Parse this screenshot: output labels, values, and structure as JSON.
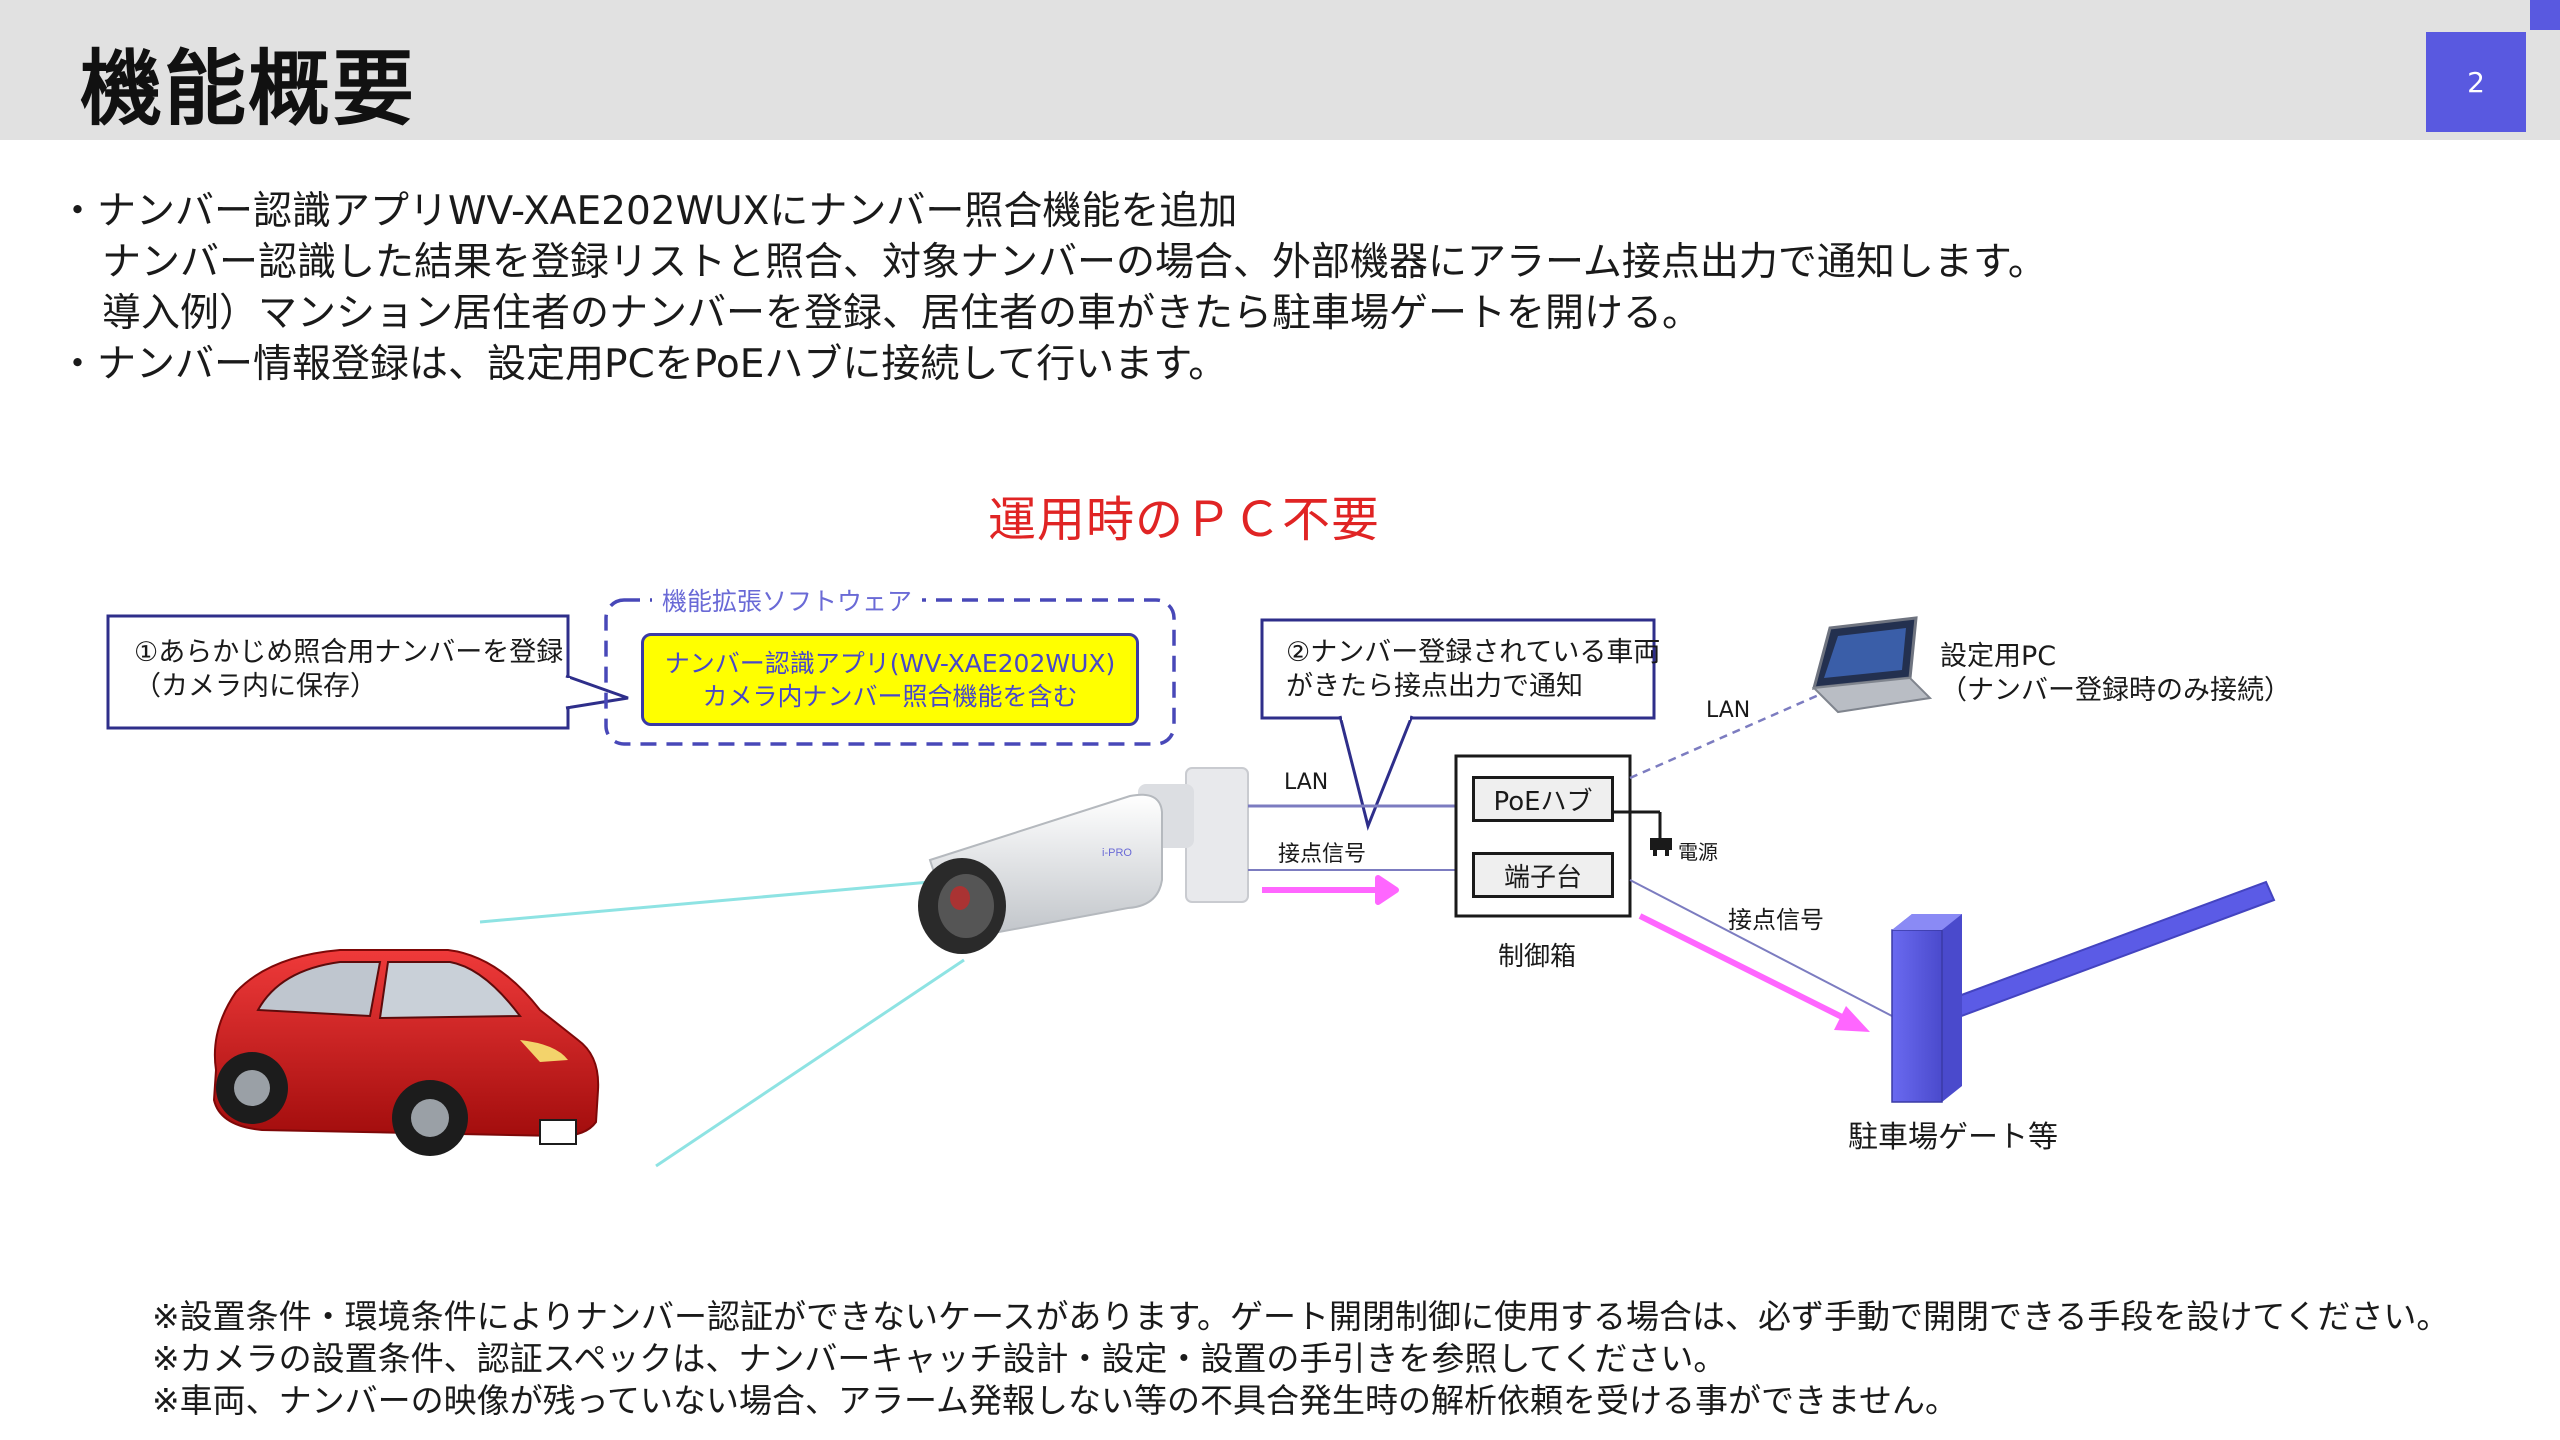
{
  "slide": {
    "title": "機能概要",
    "page_number": "2",
    "accent_color": "#5959e0"
  },
  "intro": {
    "lines": [
      "・ナンバー認識アプリWV-XAE202WUXにナンバー照合機能を追加",
      "ナンバー認識した結果を登録リストと照合、対象ナンバーの場合、外部機器にアラーム接点出力で通知します。",
      "導入例）マンション居住者のナンバーを登録、居住者の車がきたら駐車場ゲートを開ける。",
      "・ナンバー情報登録は、設定用PCをPoEハブに接続して行います。"
    ]
  },
  "diagram": {
    "emphasis": "運用時のＰＣ不要",
    "emphasis_color": "#e02424",
    "callout_register": [
      "①あらかじめ照合用ナンバーを登録",
      "（カメラ内に保存）"
    ],
    "extension_software_label": "機能拡張ソフトウェア",
    "app_box": [
      "ナンバー認識アプリ(WV-XAE202WUX)",
      "カメラ内ナンバー照合機能を含む"
    ],
    "callout_notify": [
      "②ナンバー登録されている車両",
      "がきたら接点出力で通知"
    ],
    "lan_label_camera": "LAN",
    "contact_signal_camera": "接点信号",
    "poe_hub": "PoEハブ",
    "terminal_block": "端子台",
    "power": "電源",
    "control_box": "制御箱",
    "lan_label_pc": "LAN",
    "pc_label": [
      "設定用PC",
      "（ナンバー登録時のみ接続）"
    ],
    "contact_signal_gate": "接点信号",
    "gate_label": "駐車場ゲート等",
    "camera_brand": "i-PRO",
    "icons": [
      "camera-icon",
      "car-icon",
      "laptop-icon",
      "gate-barrier-icon",
      "power-plug-icon"
    ],
    "colors": {
      "signal_arrow": "#ff66ff",
      "gate": "#5b5be6",
      "car": "#d51818",
      "highlight_box": "#ffff00",
      "line": "#3a3aa6"
    }
  },
  "notes": [
    "※設置条件・環境条件によりナンバー認証ができないケースがあります。ゲート開閉制御に使用する場合は、必ず手動で開閉できる手段を設けてください。",
    "※カメラの設置条件、認証スペックは、ナンバーキャッチ設計・設定・設置の手引きを参照してください。",
    "※車両、ナンバーの映像が残っていない場合、アラーム発報しない等の不具合発生時の解析依頼を受ける事ができません。"
  ]
}
